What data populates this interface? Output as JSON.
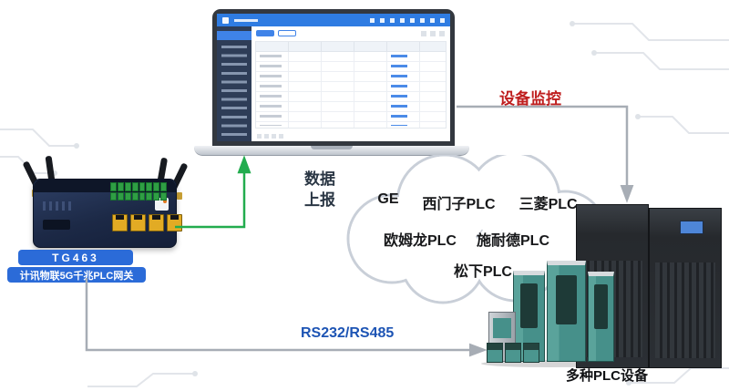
{
  "gateway": {
    "model_label": "TG463",
    "device_label": "计讯物联5G千兆PLC网关"
  },
  "connections": {
    "data_report_label": "数据上报",
    "device_monitor_label": "设备监控",
    "serial_label": "RS232/RS485"
  },
  "cloud": {
    "row1": [
      "GE",
      "西门子PLC",
      "三菱PLC"
    ],
    "row2": [
      "欧姆龙PLC",
      "施耐德PLC"
    ],
    "row3": [
      "松下PLC"
    ]
  },
  "plc": {
    "caption": "多种PLC设备"
  },
  "colors": {
    "data_report_green": "#22ac4e",
    "monitor_red": "#bf1e1e",
    "serial_blue": "#1d54b4",
    "gateway_label_blue": "#2b6bd8",
    "connector_gray": "#a7adb5",
    "console_header_blue": "#2f7ce2"
  }
}
